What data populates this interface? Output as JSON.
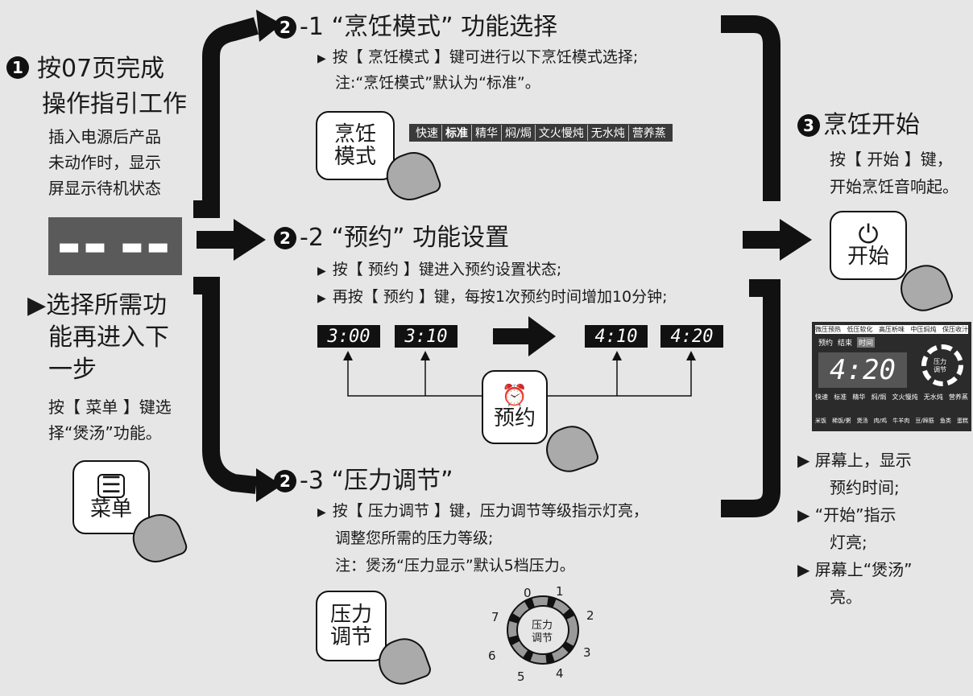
{
  "step1": {
    "num": "1",
    "title_a": "按07页完成",
    "title_b": "操作指引工作",
    "desc": [
      "插入电源后产品",
      "未动作时，显示",
      "屏显示待机状态"
    ],
    "standby": "▬▬ ▬▬",
    "select_title": [
      "▶选择所需功",
      "能再进入下",
      "一步"
    ],
    "select_desc": [
      "按【 菜单 】键选",
      "择“煲汤”功能。"
    ],
    "menu_btn": "菜单",
    "menu_icon": "☰"
  },
  "step2_1": {
    "num": "2",
    "title": "-1 “烹饪模式” 功能选择",
    "line1": "按【 烹饪模式 】键可进行以下烹饪模式选择;",
    "line2": "注:“烹饪模式”默认为“标准”。",
    "btn_a": "烹饪",
    "btn_b": "模式",
    "modes": [
      "快速",
      "标准",
      "精华",
      "焖/焗",
      "文火慢炖",
      "无水炖",
      "营养蒸"
    ],
    "selected_mode": "标准"
  },
  "step2_2": {
    "num": "2",
    "title": "-2 “预约” 功能设置",
    "line1": "按【 预约 】键进入预约设置状态;",
    "line2": "再按【 预约 】键，每按1次预约时间增加10分钟;",
    "displays": [
      "3:00",
      "3:10",
      "4:10",
      "4:20"
    ],
    "btn": "预约",
    "btn_icon": "⏰"
  },
  "step2_3": {
    "num": "2",
    "title": "-3 “压力调节”",
    "line1": "按【 压力调节 】键，压力调节等级指示灯亮，",
    "line2": "调整您所需的压力等级;",
    "line3": "注：煲汤“压力显示”默认5档压力。",
    "btn_a": "压力",
    "btn_b": "调节",
    "dial_a": "压力",
    "dial_b": "调节",
    "dial_nums": [
      "0",
      "1",
      "2",
      "3",
      "4",
      "5",
      "6",
      "7"
    ]
  },
  "step3": {
    "num": "3",
    "title": "烹饪开始",
    "line1": "按【 开始 】键，",
    "line2": "开始烹饪音响起。",
    "btn": "开始",
    "btn_icon": "⏻",
    "panel_top": [
      "微压预热",
      "低压软化",
      "高压析味",
      "中压焖炖",
      "保压收汁"
    ],
    "panel_tags": [
      "预约",
      "结束",
      "时间"
    ],
    "panel_time": "4:20",
    "panel_modes": [
      "快速",
      "标准",
      "精华",
      "焖/焗",
      "文火慢炖",
      "无水炖",
      "营养蒸"
    ],
    "panel_foods": [
      "米饭",
      "稀饭/粥",
      "煲汤",
      "肉/鸡",
      "牛羊肉",
      "豆/蹄筋",
      "鱼类",
      "蛋糕"
    ],
    "panel_dial_a": "压力",
    "panel_dial_b": "调节",
    "notes": [
      "▶  屏幕上，显示",
      "预约时间;",
      "▶  “开始”指示",
      "灯亮;",
      "▶  屏幕上“煲汤”",
      "亮。"
    ]
  }
}
